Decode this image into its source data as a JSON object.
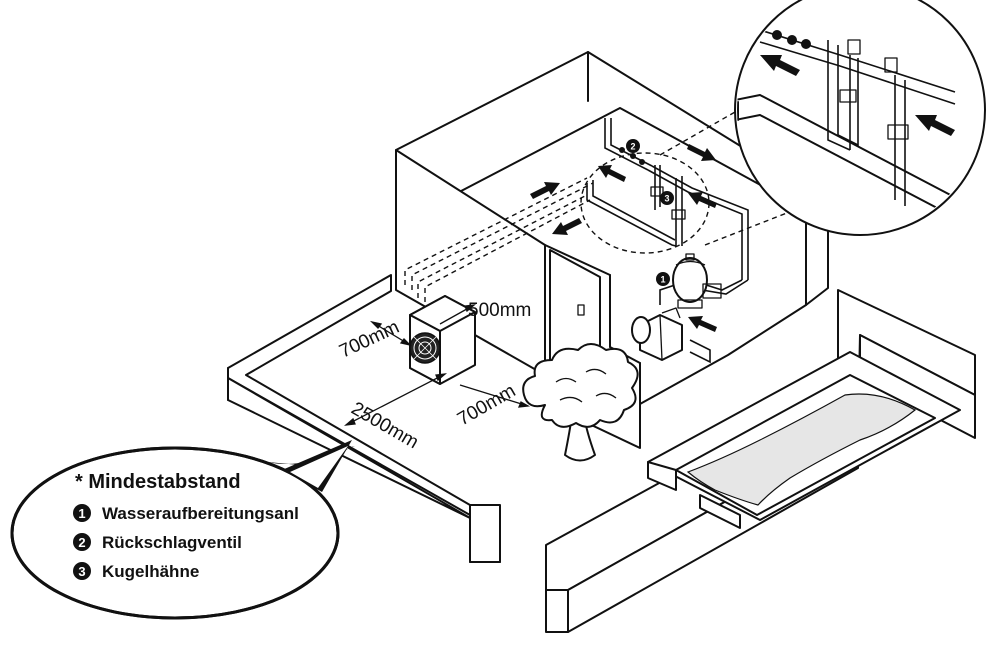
{
  "dimensions": {
    "fan_gap": "700mm",
    "side_gap": "500mm",
    "front_gap": "2500mm",
    "tree_gap": "700mm"
  },
  "legend": {
    "title": "* Mindestabstand",
    "items": [
      {
        "number": "1",
        "label": "Wasseraufbereitungsanl"
      },
      {
        "number": "2",
        "label": "Rückschlagventil"
      },
      {
        "number": "3",
        "label": "Kugelhähne"
      }
    ]
  },
  "markers": {
    "filter_marker": "1",
    "check_valve_marker": "2",
    "ball_valve_marker": "3"
  },
  "colors": {
    "line": "#111111",
    "background": "#ffffff",
    "water": "#e6e6e6"
  }
}
